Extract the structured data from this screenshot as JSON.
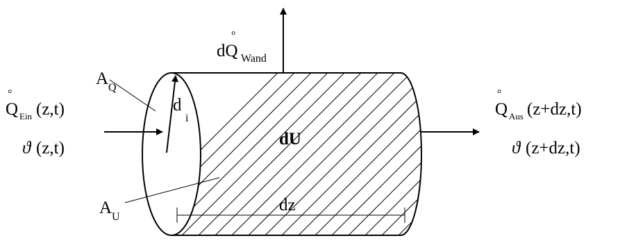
{
  "labels": {
    "heat_wall": {
      "main": "dQ",
      "dot": "°",
      "sub": "Wand"
    },
    "area_cross": {
      "main": "A",
      "sub": "Q"
    },
    "area_surface": {
      "main": "A",
      "sub": "U"
    },
    "diameter": {
      "main": "d",
      "sub": "i"
    },
    "heat_in": {
      "main": "Q",
      "dot": "°",
      "sub": "Ein",
      "tail": "(z,t)"
    },
    "temp_in": {
      "symbol": "ϑ",
      "tail": "(z,t)"
    },
    "heat_out": {
      "main": "Q",
      "dot": "°",
      "sub": "Aus",
      "tail": "(z+dz,t)"
    },
    "temp_out": {
      "symbol": "ϑ",
      "tail": "(z+dz,t)"
    },
    "internal_energy": "dU",
    "length": "dz"
  }
}
